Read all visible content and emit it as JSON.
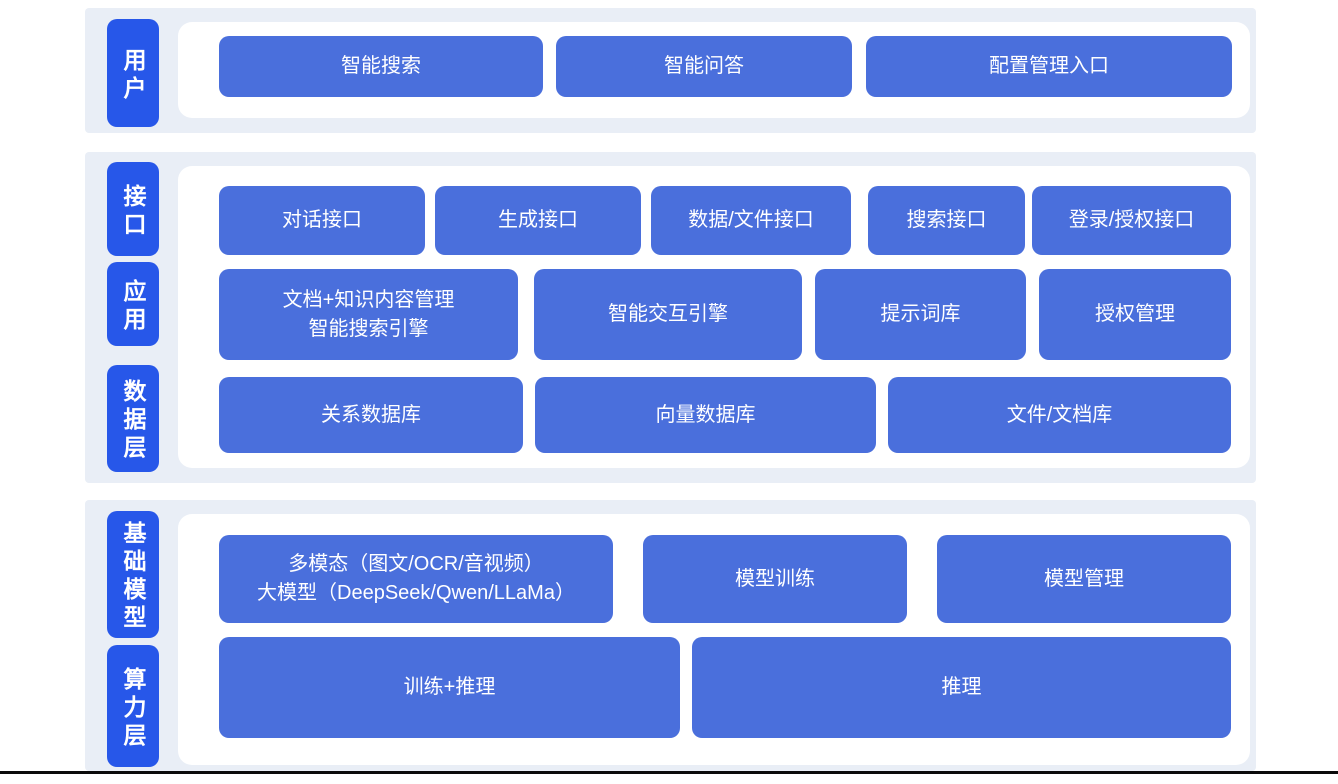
{
  "colors": {
    "side_label_blue": "#2757E9",
    "box_blue": "#4A6FDC",
    "band_background": "#E9EEF6",
    "panel_background": "#FFFFFF",
    "box_text": "#FFFFFF",
    "footer_line": "#0A0A0A"
  },
  "bands": [
    {
      "id": "user-layer",
      "side_labels": [
        {
          "text": "用户"
        }
      ],
      "rows": [
        {
          "boxes": [
            {
              "label": "智能搜索"
            },
            {
              "label": "智能问答"
            },
            {
              "label": "配置管理入口"
            }
          ]
        }
      ]
    },
    {
      "id": "platform-layer",
      "side_labels": [
        {
          "text": "接口"
        },
        {
          "text": "应用"
        },
        {
          "text": "数据层"
        }
      ],
      "rows": [
        {
          "boxes": [
            {
              "label": "对话接口"
            },
            {
              "label": "生成接口"
            },
            {
              "label": "数据/文件接口"
            },
            {
              "label": "搜索接口"
            },
            {
              "label": "登录/授权接口"
            }
          ]
        },
        {
          "boxes": [
            {
              "label": "文档+知识内容管理\n智能搜索引擎"
            },
            {
              "label": "智能交互引擎"
            },
            {
              "label": "提示词库"
            },
            {
              "label": "授权管理"
            }
          ]
        },
        {
          "boxes": [
            {
              "label": "关系数据库"
            },
            {
              "label": "向量数据库"
            },
            {
              "label": "文件/文档库"
            }
          ]
        }
      ]
    },
    {
      "id": "infra-layer",
      "side_labels": [
        {
          "text": "基础模型"
        },
        {
          "text": "算力层"
        }
      ],
      "rows": [
        {
          "boxes": [
            {
              "label": "多模态（图文/OCR/音视频）\n大模型（DeepSeek/Qwen/LLaMa）"
            },
            {
              "label": "模型训练"
            },
            {
              "label": "模型管理"
            }
          ]
        },
        {
          "boxes": [
            {
              "label": "训练+推理"
            },
            {
              "label": "推理"
            }
          ]
        }
      ]
    }
  ]
}
